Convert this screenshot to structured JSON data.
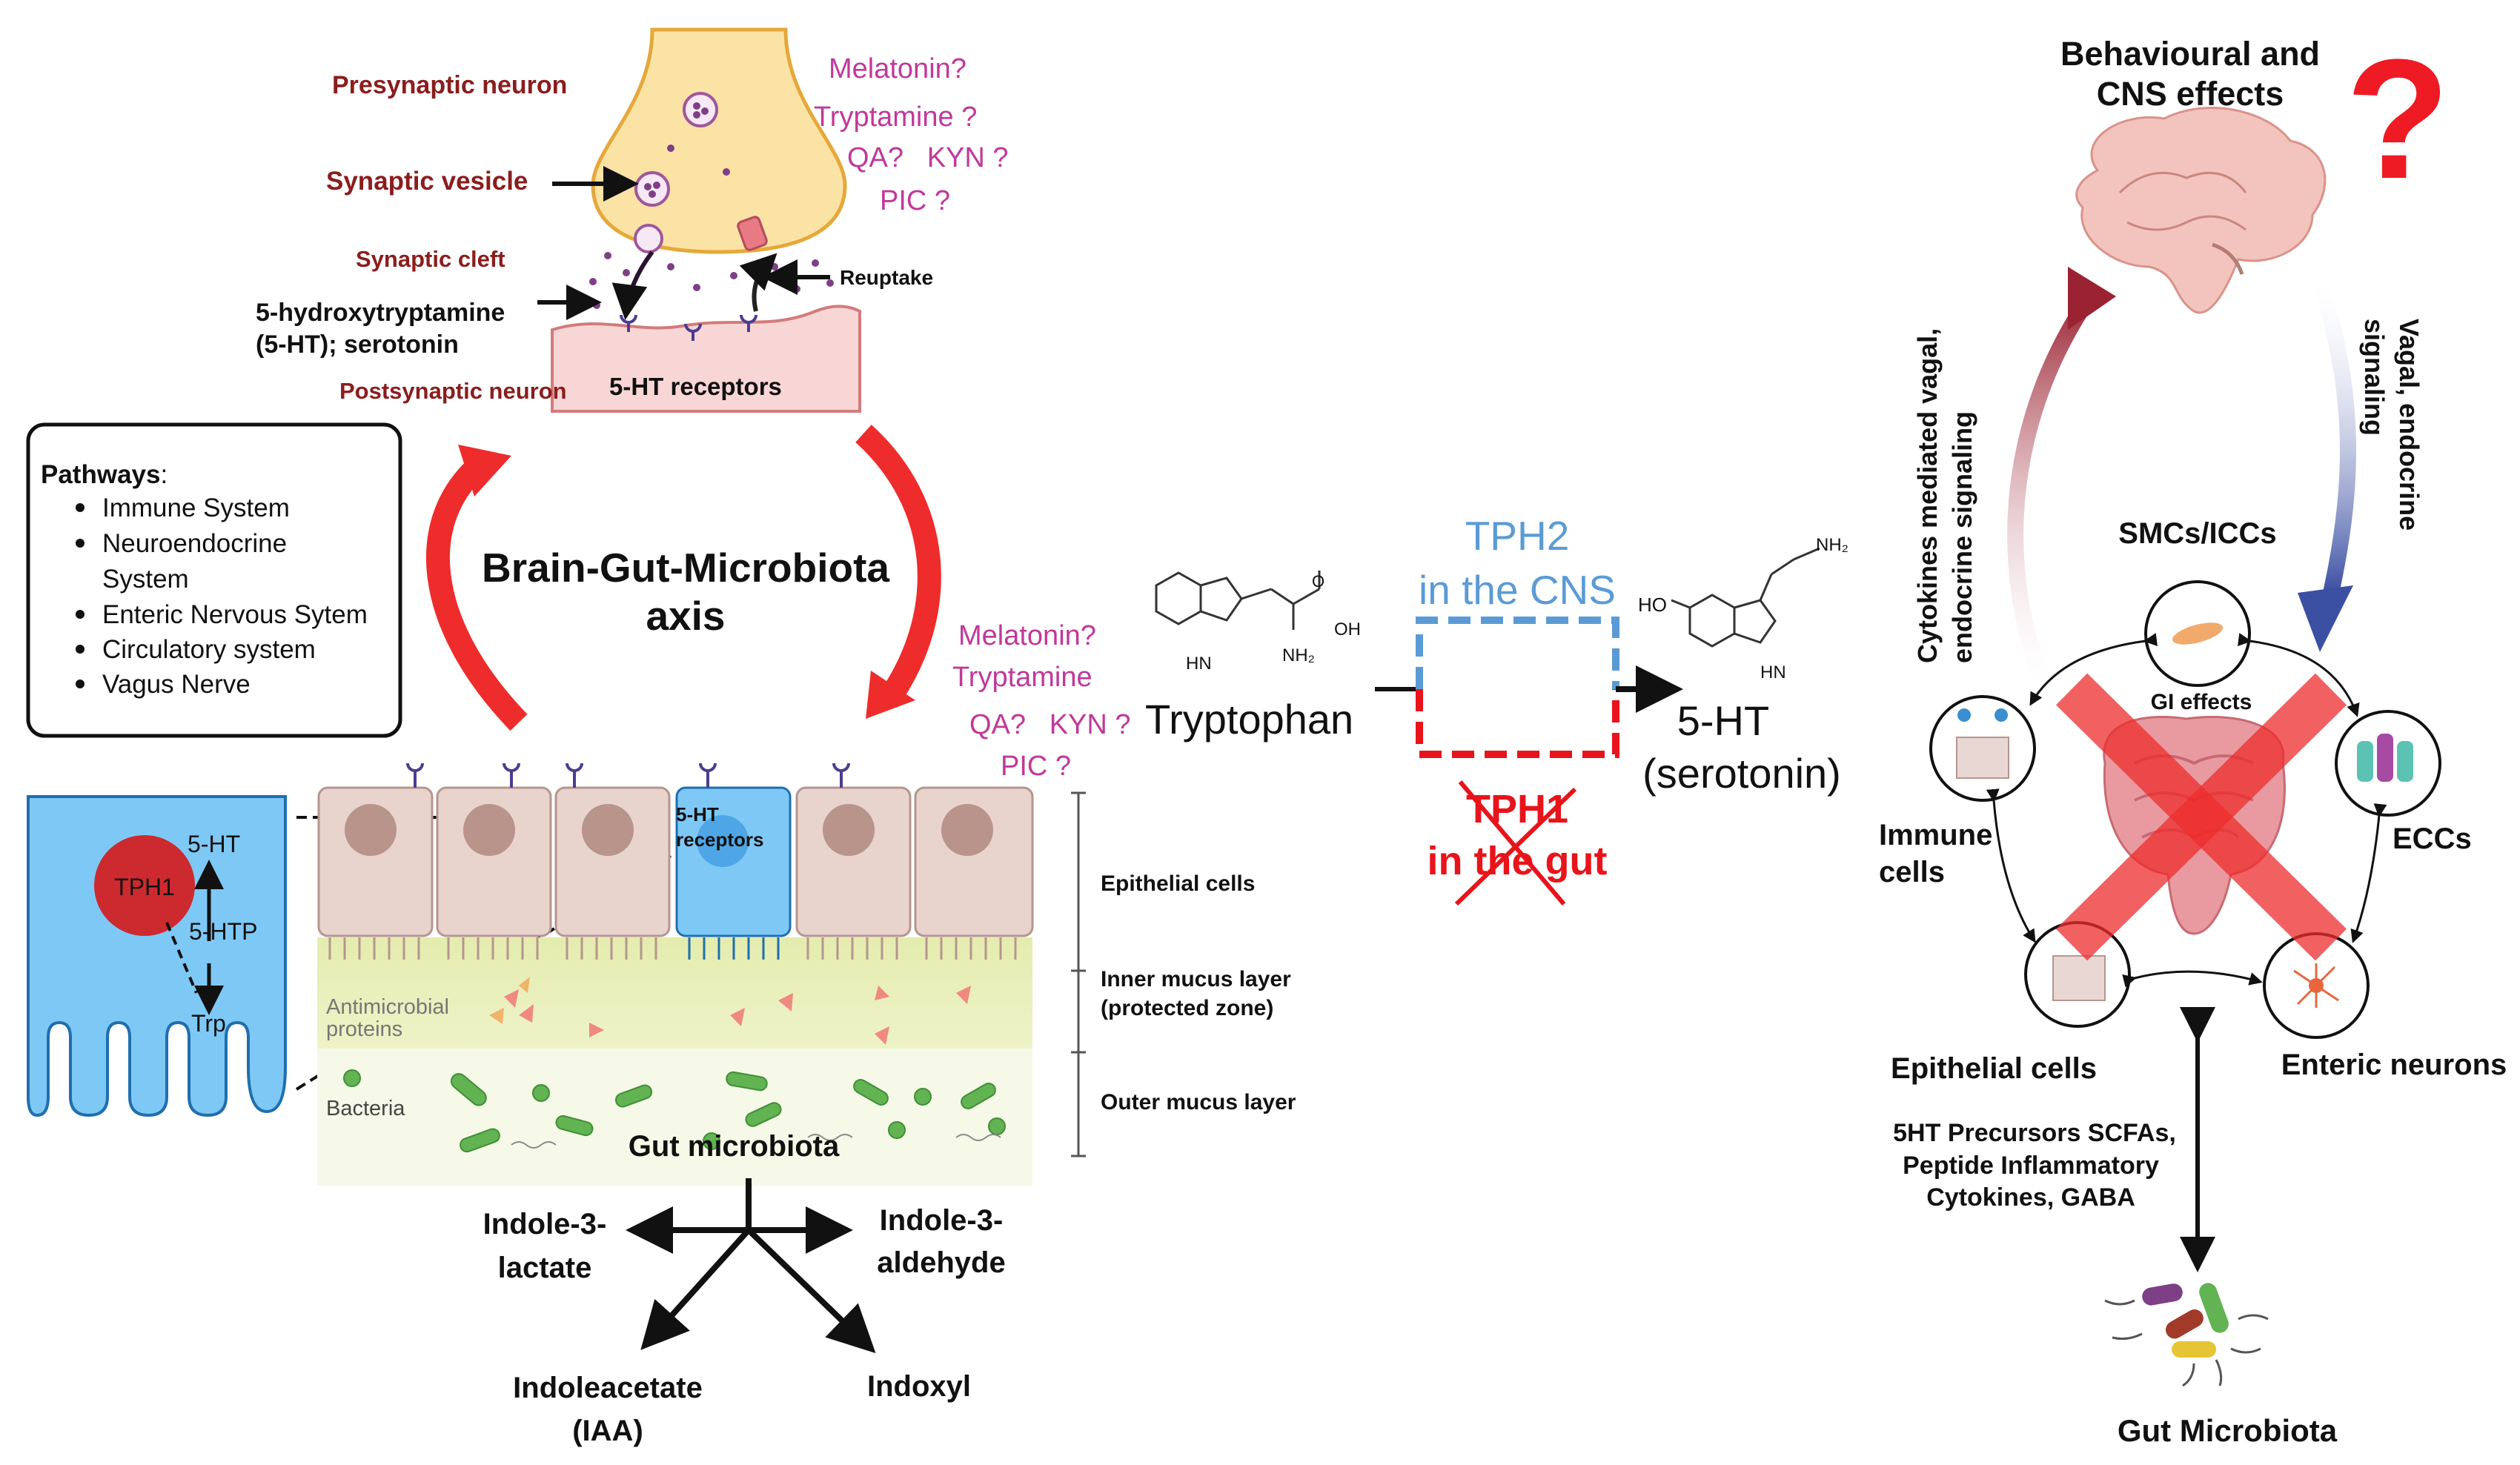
{
  "synapse": {
    "presynaptic_neuron": "Presynaptic neuron",
    "synaptic_vesicle": "Synaptic vesicle",
    "synaptic_cleft": "Synaptic cleft",
    "serotonin_line1": "5-hydroxytryptamine",
    "serotonin_line2": "(5-HT); serotonin",
    "postsynaptic_neuron": "Postsynaptic neuron",
    "receptors": "5-HT receptors",
    "reuptake": "Reuptake",
    "metabolites": [
      "Melatonin?",
      "Tryptamine ?",
      "QA?   KYN ?",
      "PIC ?"
    ]
  },
  "axis": {
    "title_line1": "Brain-Gut-Microbiota",
    "title_line2": "axis"
  },
  "pathways": {
    "title": "Pathways",
    "items": [
      "Immune System",
      "Neuroendocrine",
      "System",
      "Enteric Nervous Sytem",
      "Circulatory system",
      "Vagus Nerve"
    ]
  },
  "gut_metabolites": [
    "Melatonin?",
    "Tryptamine",
    "QA?   KYN ?",
    "PIC ?"
  ],
  "ec_cell": {
    "tph1": "TPH1",
    "ht5": "5-HT",
    "htp": "5-HTP",
    "trp": "Trp",
    "receptors_line1": "5-HT",
    "receptors_line2": "receptors"
  },
  "gut_layers": {
    "antimicrobial_line1": "Antimicrobial",
    "antimicrobial_line2": "proteins",
    "bacteria": "Bacteria",
    "gut_microbiota": "Gut microbiota",
    "epithelial": "Epithelial cells",
    "inner_mucus_line1": "Inner mucus layer",
    "inner_mucus_line2": "(protected zone)",
    "outer_mucus": "Outer mucus layer"
  },
  "indoles": {
    "lactate_line1": "Indole-3-",
    "lactate_line2": "lactate",
    "aldehyde_line1": "Indole-3-",
    "aldehyde_line2": "aldehyde",
    "iaa_line1": "Indoleacetate",
    "iaa_line2": "(IAA)",
    "indoxyl": "Indoxyl"
  },
  "reaction": {
    "tryptophan": "Tryptophan",
    "tph2_line1": "TPH2",
    "tph2_line2": "in the CNS",
    "tph1_line1": "TPH1",
    "tph1_line2": "in the gut",
    "product_line1": "5-HT",
    "product_line2": "(serotonin)",
    "nh2": "NH₂",
    "oh": "OH",
    "o": "O",
    "hn": "HN",
    "ho": "HO",
    "nh2_b": "NH₂",
    "hn_b": "HN"
  },
  "right_panel": {
    "behaviour_line1": "Behavioural and",
    "behaviour_line2": "CNS effects",
    "question": "?",
    "cytokines_line1": "Cytokines mediated vagal,",
    "cytokines_line2": "endocrine signaling",
    "vagal_line1": "Vagal, endocrine",
    "vagal_line2": "signaling",
    "smcs": "SMCs/ICCs",
    "gi_effects": "GI effects",
    "immune_line1": "Immune",
    "immune_line2": "cells",
    "eccs": "ECCs",
    "epithelial": "Epithelial cells",
    "enteric": "Enteric neurons",
    "precursors_line1": "5HT Precursors SCFAs,",
    "precursors_line2": "Peptide  Inflammatory",
    "precursors_line3": "Cytokines, GABA",
    "gut_microbiota": "Gut Microbiota"
  },
  "colors": {
    "red_arrow": "#ee2c2c",
    "blue_box": "#5b9bd5",
    "red_box": "#e8141b",
    "maroon": "#8b1d1d",
    "magenta": "#c0399a",
    "ec_cell": "#7ec8f5"
  }
}
